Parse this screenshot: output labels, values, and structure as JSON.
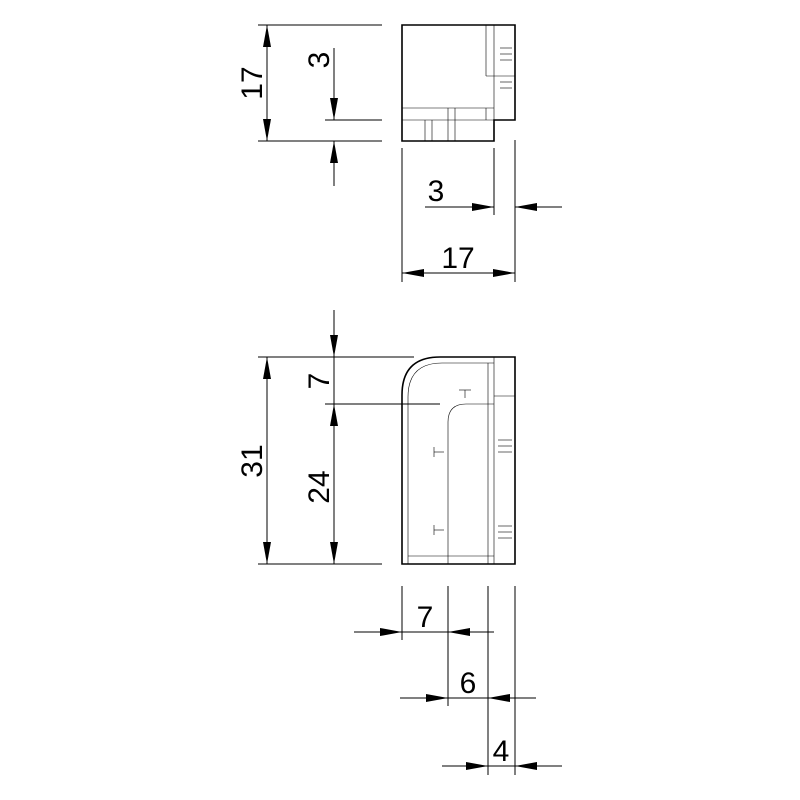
{
  "diagram": {
    "top_view": {
      "height_dim": "17",
      "offset_dim": "3",
      "lip_dim": "3",
      "width_dim": "17"
    },
    "bottom_view": {
      "total_height_dim": "31",
      "top_dim": "7",
      "inner_height_dim": "24",
      "depth_dim_a": "7",
      "depth_dim_b": "6",
      "depth_dim_c": "4"
    },
    "colors": {
      "line": "#000000",
      "background": "#ffffff"
    }
  }
}
